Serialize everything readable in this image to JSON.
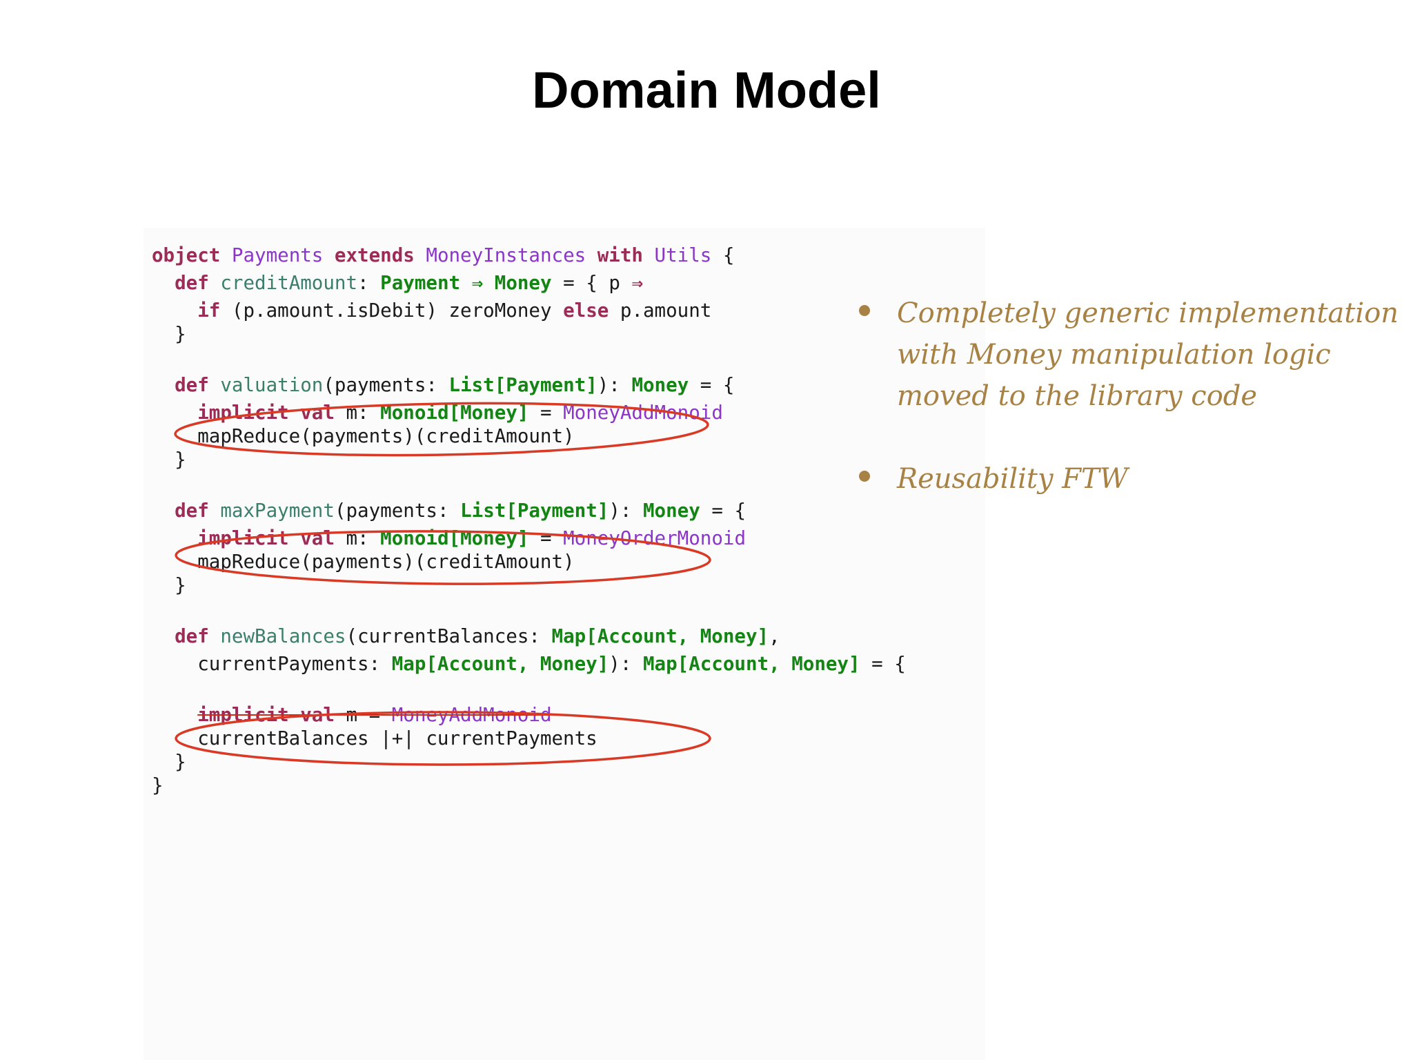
{
  "slide": {
    "title": "Domain Model"
  },
  "code": {
    "line1": {
      "kw_object": "object",
      "name": "Payments",
      "kw_extends": "extends",
      "parent": "MoneyInstances",
      "kw_with": "with",
      "mixin": "Utils",
      "brace": "{"
    },
    "line2": {
      "kw_def": "def",
      "name": "creditAmount",
      "colon": ":",
      "type_in": "Payment",
      "arrow1": "⇒",
      "type_out": "Money",
      "eq": "= { p",
      "arrow2": "⇒"
    },
    "line3": {
      "kw_if": "if",
      "cond": "(p.amount.isDebit) zeroMoney",
      "kw_else": "else",
      "rest": "p.amount"
    },
    "close": "}",
    "line5": {
      "kw_def": "def",
      "name": "valuation",
      "params_open": "(payments:",
      "param_type": "List[Payment]",
      "params_close": "):",
      "ret_type": "Money",
      "eq": "= {"
    },
    "line6": {
      "kw_implicit": "implicit",
      "kw_val": "val",
      "var": "m:",
      "type": "Monoid[Money]",
      "eq": "=",
      "instance": "MoneyAddMonoid"
    },
    "line7": "mapReduce(payments)(creditAmount)",
    "line9": {
      "kw_def": "def",
      "name": "maxPayment",
      "params_open": "(payments:",
      "param_type": "List[Payment]",
      "params_close": "):",
      "ret_type": "Money",
      "eq": "= {"
    },
    "line10": {
      "kw_implicit": "implicit",
      "kw_val": "val",
      "var": "m:",
      "type": "Monoid[Money]",
      "eq": "=",
      "instance": "MoneyOrderMonoid"
    },
    "line11": "mapReduce(payments)(creditAmount)",
    "line13": {
      "kw_def": "def",
      "name": "newBalances",
      "params_open": "(currentBalances:",
      "param_type": "Map[Account, Money]",
      "comma": ","
    },
    "line14": {
      "param": "currentPayments:",
      "param_type": "Map[Account, Money]",
      "params_close": "):",
      "ret_type": "Map[Account, Money]",
      "eq": "= {"
    },
    "line16": {
      "kw_implicit": "implicit",
      "kw_val": "val",
      "var": "m =",
      "instance": "MoneyAddMonoid"
    },
    "line17": "currentBalances |+| currentPayments"
  },
  "notes": {
    "bullet1": "Completely generic implementation with Money manipulation logic moved to the library code",
    "bullet2": "Reusability FTW"
  },
  "colors": {
    "keyword": "#9b2c56",
    "type": "#148514",
    "instance": "#8b35c9",
    "function_name": "#3b7f6b",
    "annotation_ellipse": "#d93a26",
    "handwritten_note": "#a88244"
  }
}
